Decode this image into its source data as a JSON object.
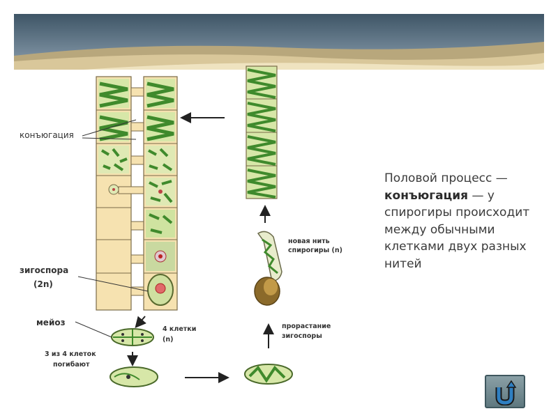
{
  "slide": {
    "text_before": "Половой процесс — ",
    "text_bold": "конъюгация",
    "text_after": " — у спирогиры происходит между обычными клетками двух разных нитей"
  },
  "labels": {
    "conjugation": "конъюгация",
    "zygospore_1": "зигоспора",
    "zygospore_2": "(2n)",
    "meiosis": "мейоз",
    "four_cells_1": "4 клетки",
    "four_cells_2": "(n)",
    "die_1": "3 из 4 клеток",
    "die_2": "погибают",
    "new_filament_1": "новая нить",
    "new_filament_2": "спирогиры (n)",
    "germination_1": "прорастание",
    "germination_2": "зигоспоры"
  },
  "icons": {
    "return_button": "return-arrow-icon"
  },
  "colors": {
    "cell_fill": "#f6e2b0",
    "cell_border": "#7a6a48",
    "chloroplast": "#3f8a2c",
    "slide_text": "#3b3b3b",
    "button": "#6f878d"
  }
}
